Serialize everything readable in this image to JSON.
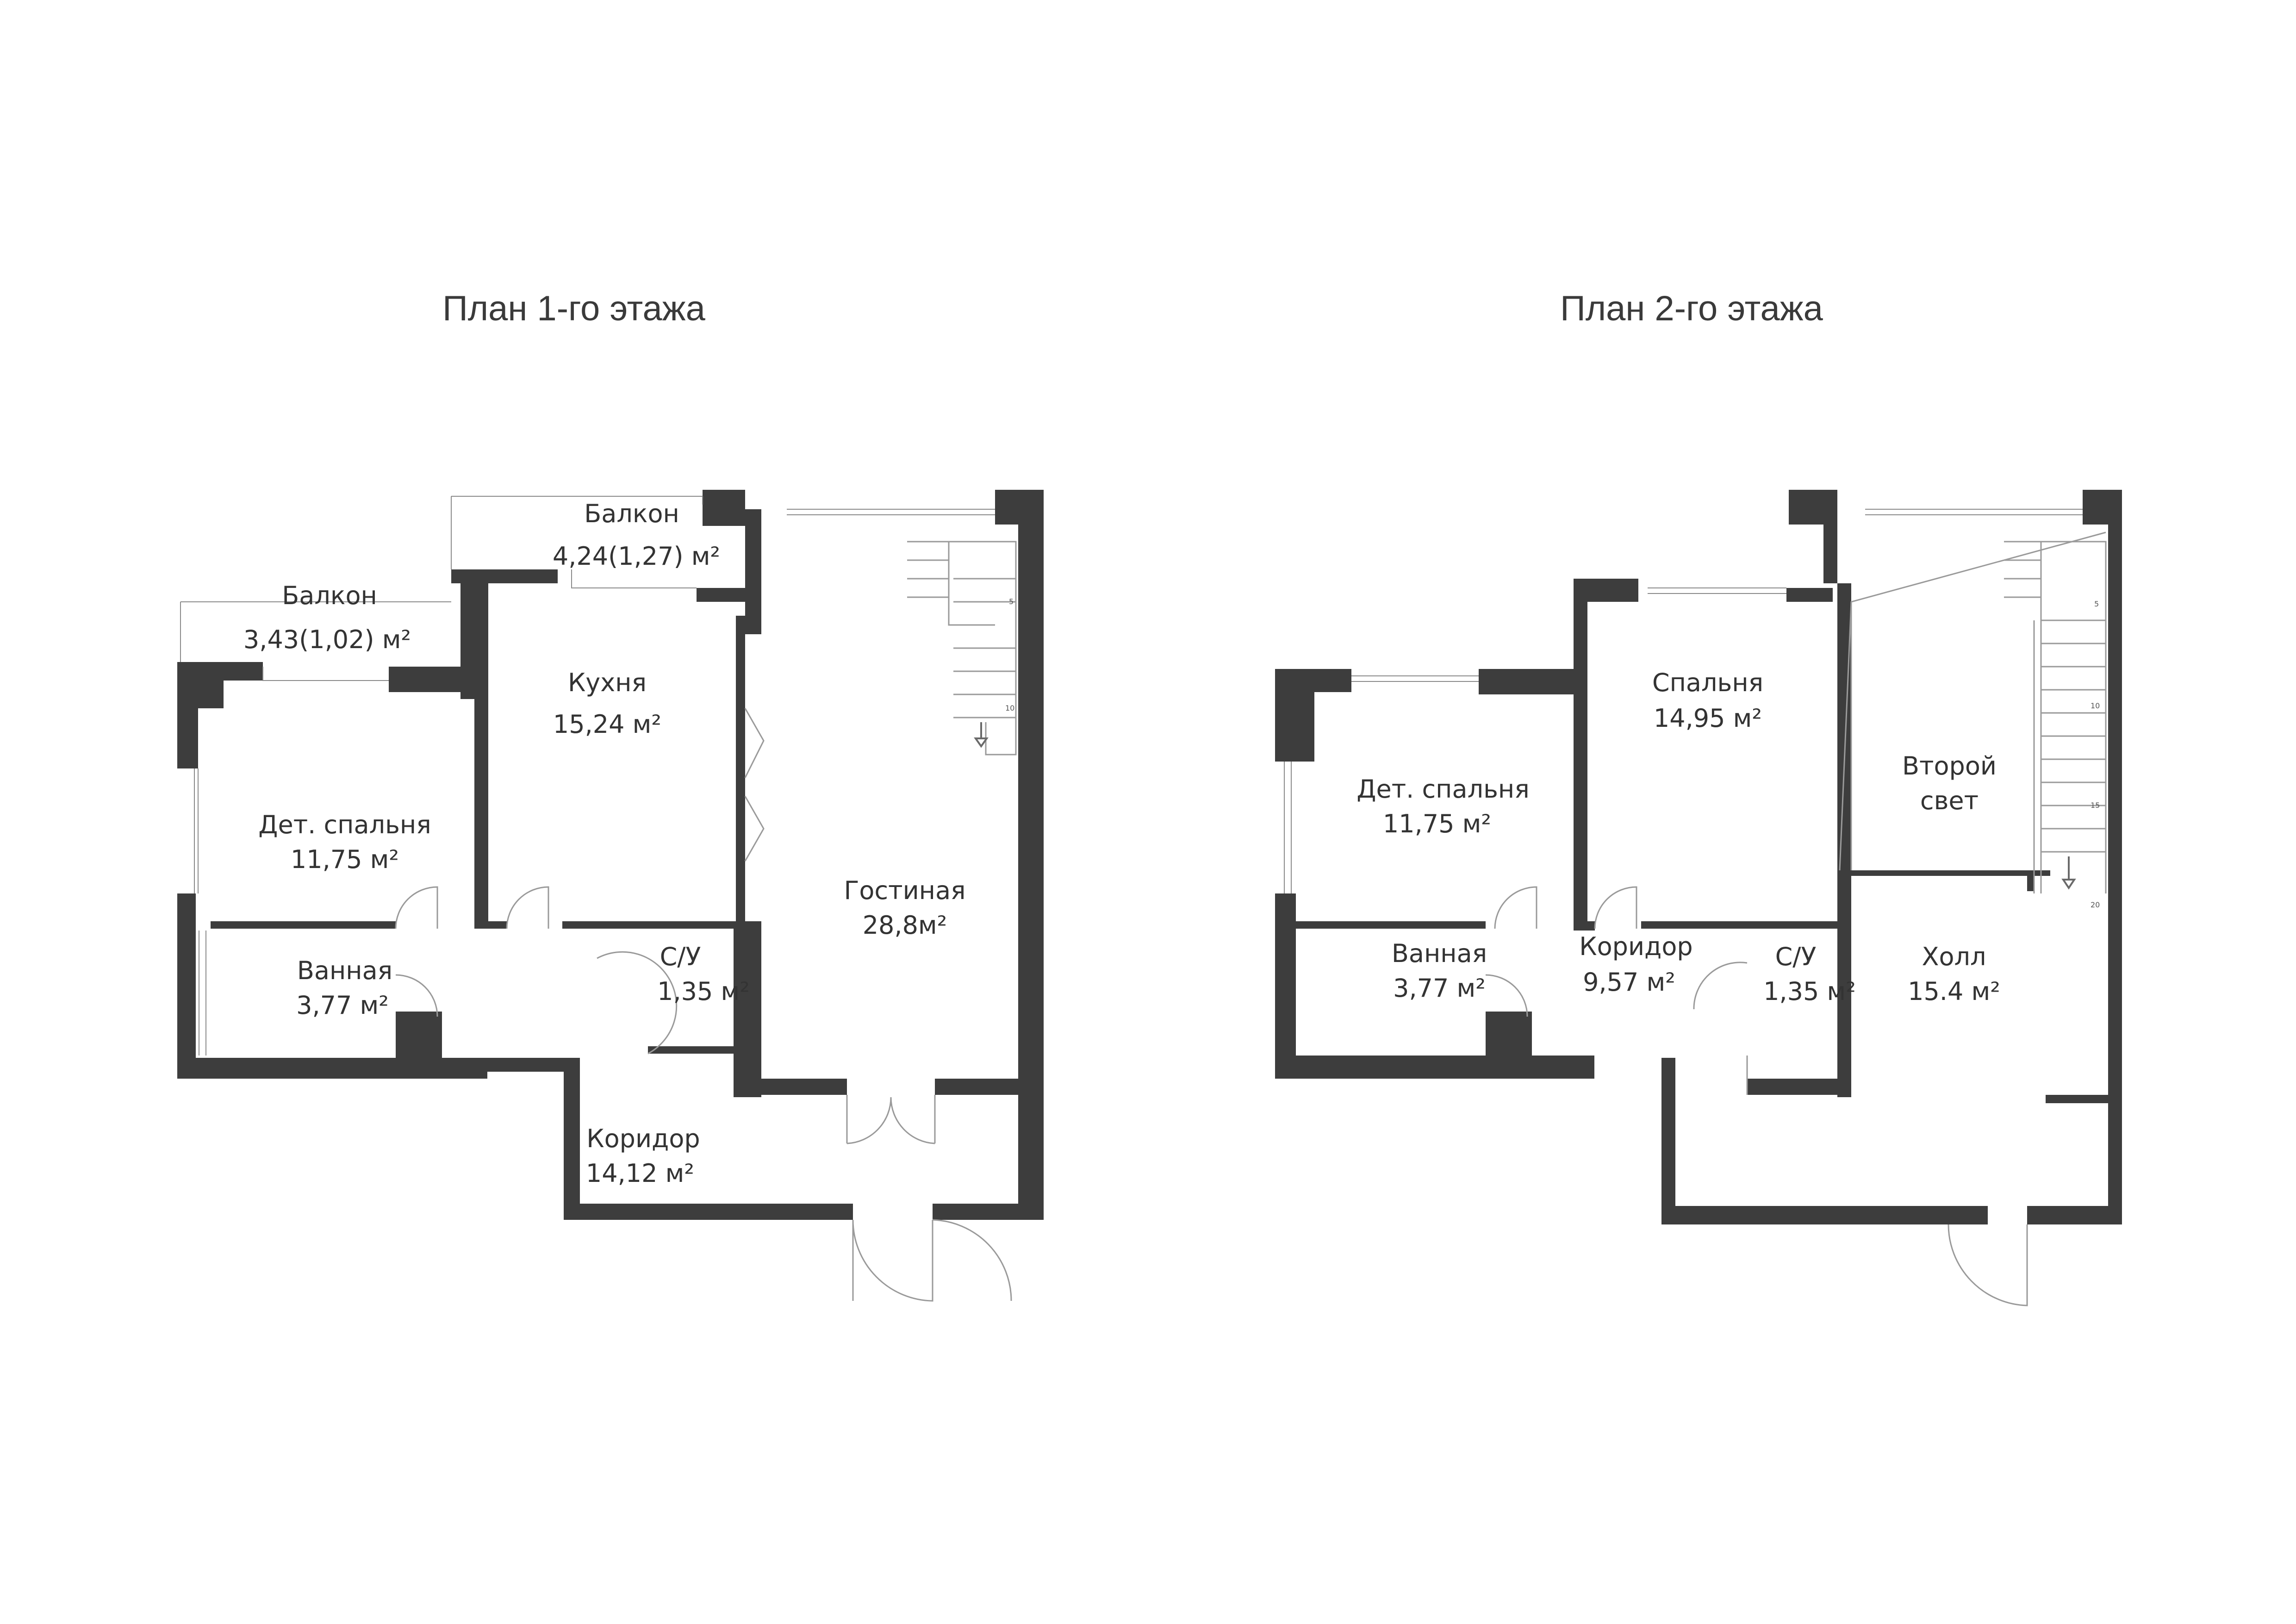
{
  "floors": [
    {
      "title": "План 1-го этажа",
      "rooms": [
        {
          "name": "Балкон",
          "area": "4,24(1,27) м²"
        },
        {
          "name": "Балкон",
          "area": "3,43(1,02) м²"
        },
        {
          "name": "Кухня",
          "area": "15,24 м²"
        },
        {
          "name": "Дет. спальня",
          "area": "11,75 м²"
        },
        {
          "name": "Гостиная",
          "area": "28,8м²"
        },
        {
          "name": "Ванная",
          "area": "3,77 м²"
        },
        {
          "name": "С/У",
          "area": "1,35 м²"
        },
        {
          "name": "Коридор",
          "area": "14,12 м²"
        }
      ],
      "stair_marks": [
        "5",
        "10"
      ]
    },
    {
      "title": "План 2-го этажа",
      "rooms": [
        {
          "name": "Спальня",
          "area": "14,95 м²"
        },
        {
          "name": "Дет. спальня",
          "area": "11,75 м²"
        },
        {
          "name": "Второй",
          "area": "свет"
        },
        {
          "name": "Ванная",
          "area": "3,77 м²"
        },
        {
          "name": "Коридор",
          "area": "9,57 м²"
        },
        {
          "name": "С/У",
          "area": "1,35 м²"
        },
        {
          "name": "Холл",
          "area": "15.4 м²"
        }
      ],
      "stair_marks": [
        "5",
        "10",
        "15",
        "20"
      ]
    }
  ],
  "colors": {
    "wall": "#3d3d3d",
    "text": "#333333",
    "background": "#ffffff"
  }
}
